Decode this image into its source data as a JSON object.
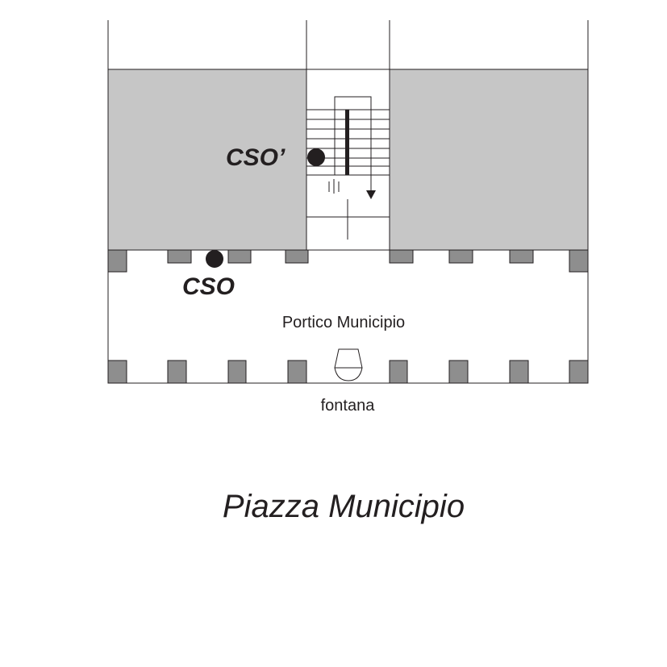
{
  "labels": {
    "cso_upper": "CSO’",
    "cso_lower": "CSO",
    "portico": "Portico Municipio",
    "fountain": "fontana",
    "square": "Piazza Municipio"
  },
  "colors": {
    "building_fill": "#c6c6c6",
    "pillar_fill": "#8e8e8e",
    "line": "#231f20",
    "marker": "#231f20"
  },
  "markers": [
    {
      "name": "cso-upper-marker",
      "label_key": "cso_upper"
    },
    {
      "name": "cso-lower-marker",
      "label_key": "cso_lower"
    }
  ]
}
